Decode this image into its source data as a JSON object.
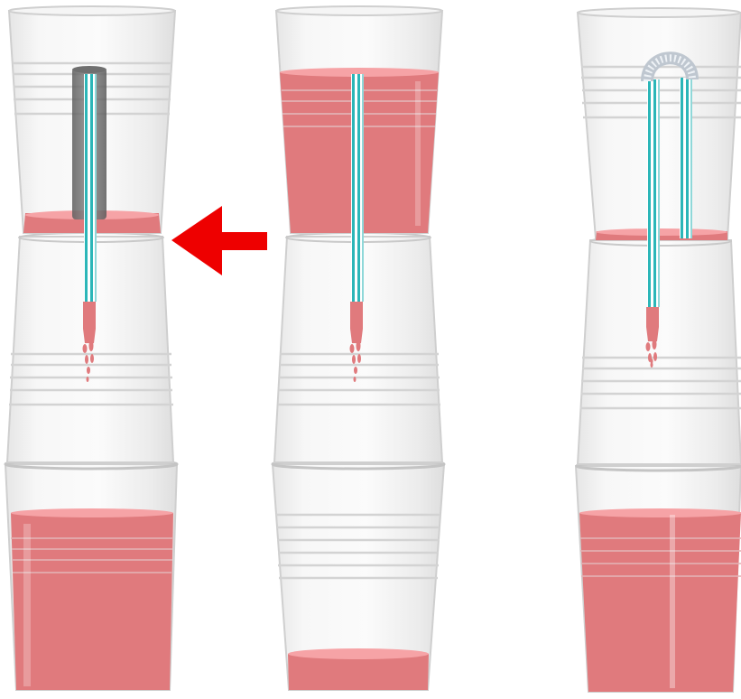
{
  "colors": {
    "liquid": "#e07a7d",
    "liquid_surface": "#f6a3a6",
    "cup_body": "#f2f2f2",
    "cup_edge": "#c9c9c9",
    "cup_ring": "#d4d4d4",
    "straw_teal": "#2bb6b8",
    "straw_white": "#ffffff",
    "arrow": "#ee0000",
    "tube_dark": "#777777"
  },
  "icons": {
    "arrow": "arrow-left-icon"
  },
  "stacks": [
    {
      "id": "left",
      "top_cup_liquid": "thin-layer",
      "straw": "straight-with-dark-sleeve",
      "dripping": true,
      "bottom_cup_liquid": "full"
    },
    {
      "id": "middle",
      "top_cup_liquid": "full",
      "straw": "straight",
      "dripping": true,
      "bottom_cup_liquid": "thin-layer"
    },
    {
      "id": "right",
      "top_cup_liquid": "thin-layer",
      "straw": "bent-siphon",
      "dripping": true,
      "bottom_cup_liquid": "full"
    }
  ]
}
